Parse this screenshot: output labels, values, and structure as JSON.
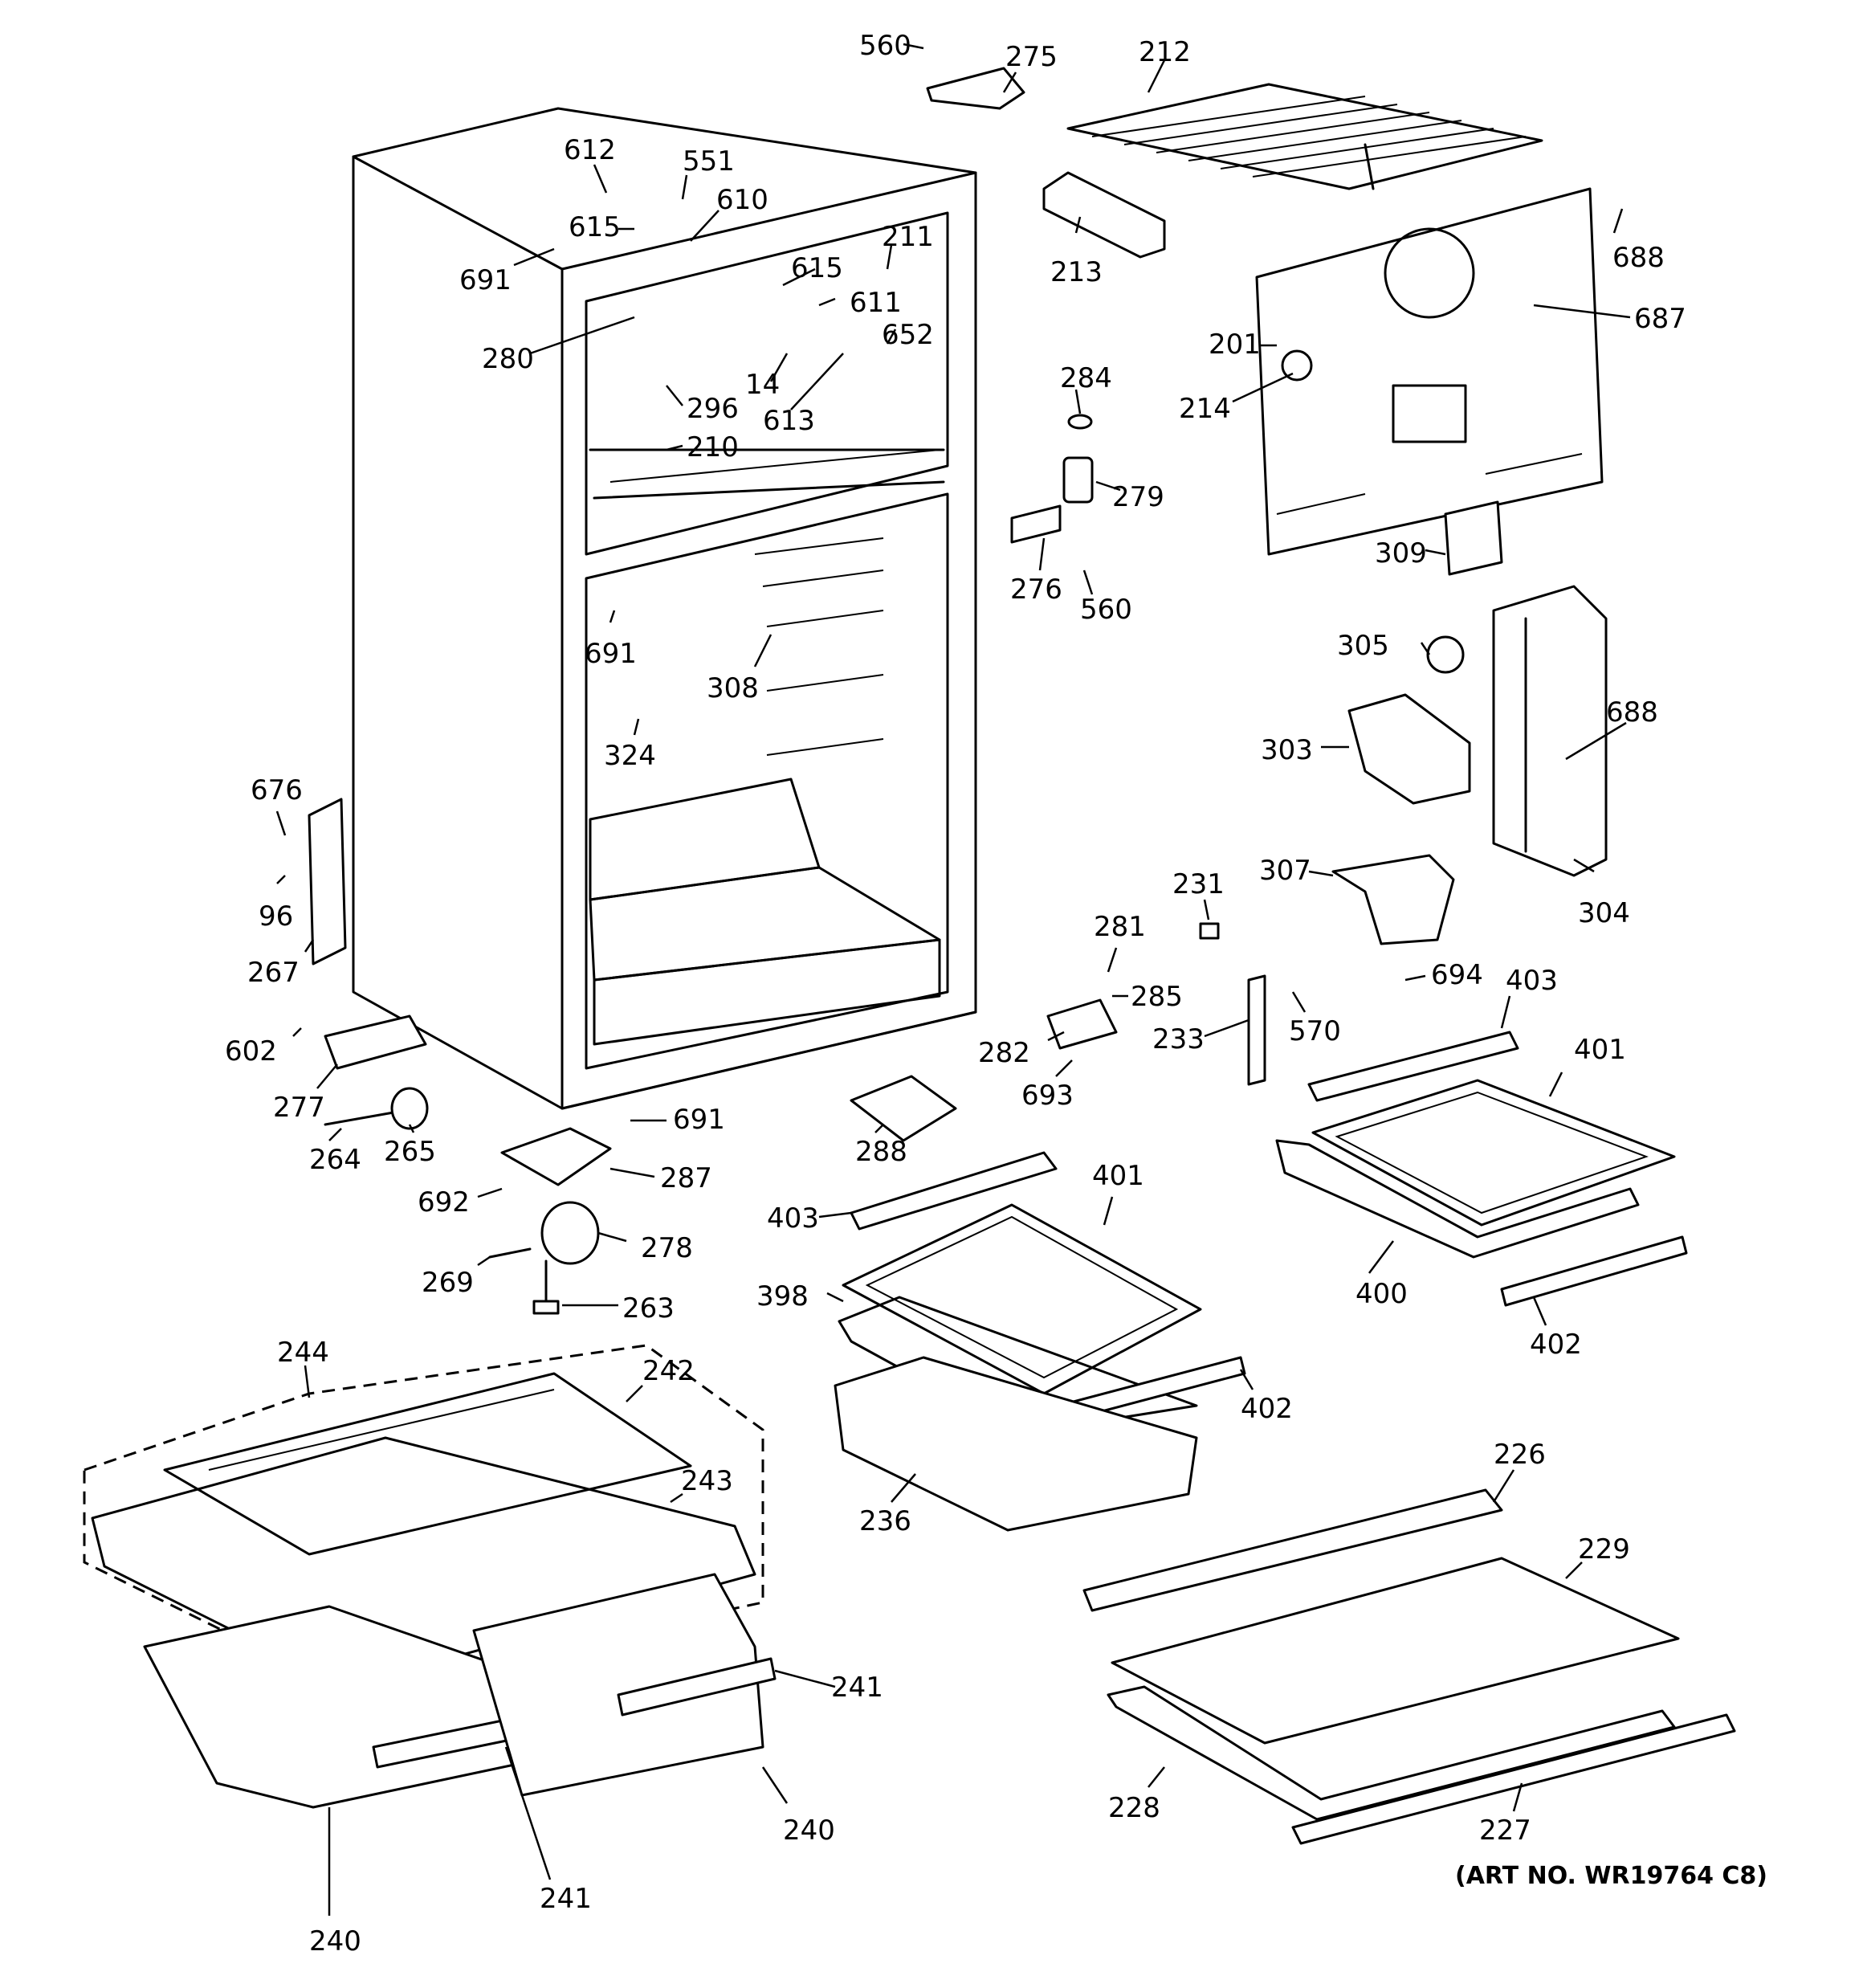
{
  "art_number": "(ART NO. WR19764 C8)",
  "parts": [
    {
      "id": "p560a",
      "label": "560"
    },
    {
      "id": "p275",
      "label": "275"
    },
    {
      "id": "p212",
      "label": "212"
    },
    {
      "id": "p612",
      "label": "612"
    },
    {
      "id": "p551",
      "label": "551"
    },
    {
      "id": "p610",
      "label": "610"
    },
    {
      "id": "p615a",
      "label": "615"
    },
    {
      "id": "p691a",
      "label": "691"
    },
    {
      "id": "p211",
      "label": "211"
    },
    {
      "id": "p615b",
      "label": "615"
    },
    {
      "id": "p213",
      "label": "213"
    },
    {
      "id": "p688a",
      "label": "688"
    },
    {
      "id": "p611",
      "label": "611"
    },
    {
      "id": "p687",
      "label": "687"
    },
    {
      "id": "p280",
      "label": "280"
    },
    {
      "id": "p652",
      "label": "652"
    },
    {
      "id": "p201",
      "label": "201"
    },
    {
      "id": "p284",
      "label": "284"
    },
    {
      "id": "p14",
      "label": "14"
    },
    {
      "id": "p296",
      "label": "296"
    },
    {
      "id": "p613",
      "label": "613"
    },
    {
      "id": "p214",
      "label": "214"
    },
    {
      "id": "p210",
      "label": "210"
    },
    {
      "id": "p279",
      "label": "279"
    },
    {
      "id": "p309",
      "label": "309"
    },
    {
      "id": "p276",
      "label": "276"
    },
    {
      "id": "p560b",
      "label": "560"
    },
    {
      "id": "p691b",
      "label": "691"
    },
    {
      "id": "p305",
      "label": "305"
    },
    {
      "id": "p308",
      "label": "308"
    },
    {
      "id": "p688b",
      "label": "688"
    },
    {
      "id": "p303",
      "label": "303"
    },
    {
      "id": "p324",
      "label": "324"
    },
    {
      "id": "p676",
      "label": "676"
    },
    {
      "id": "p231",
      "label": "231"
    },
    {
      "id": "p307",
      "label": "307"
    },
    {
      "id": "p96",
      "label": "96"
    },
    {
      "id": "p304",
      "label": "304"
    },
    {
      "id": "p281",
      "label": "281"
    },
    {
      "id": "p267",
      "label": "267"
    },
    {
      "id": "p694",
      "label": "694"
    },
    {
      "id": "p403a",
      "label": "403"
    },
    {
      "id": "p285",
      "label": "285"
    },
    {
      "id": "p602",
      "label": "602"
    },
    {
      "id": "p570",
      "label": "570"
    },
    {
      "id": "p401a",
      "label": "401"
    },
    {
      "id": "p282",
      "label": "282"
    },
    {
      "id": "p233",
      "label": "233"
    },
    {
      "id": "p277",
      "label": "277"
    },
    {
      "id": "p693",
      "label": "693"
    },
    {
      "id": "p691c",
      "label": "691"
    },
    {
      "id": "p265",
      "label": "265"
    },
    {
      "id": "p264",
      "label": "264"
    },
    {
      "id": "p288",
      "label": "288"
    },
    {
      "id": "p287",
      "label": "287"
    },
    {
      "id": "p401b",
      "label": "401"
    },
    {
      "id": "p692",
      "label": "692"
    },
    {
      "id": "p403b",
      "label": "403"
    },
    {
      "id": "p278",
      "label": "278"
    },
    {
      "id": "p400",
      "label": "400"
    },
    {
      "id": "p269",
      "label": "269"
    },
    {
      "id": "p398",
      "label": "398"
    },
    {
      "id": "p263",
      "label": "263"
    },
    {
      "id": "p402a",
      "label": "402"
    },
    {
      "id": "p244",
      "label": "244"
    },
    {
      "id": "p242",
      "label": "242"
    },
    {
      "id": "p402b",
      "label": "402"
    },
    {
      "id": "p243",
      "label": "243"
    },
    {
      "id": "p236",
      "label": "236"
    },
    {
      "id": "p226",
      "label": "226"
    },
    {
      "id": "p229",
      "label": "229"
    },
    {
      "id": "p241a",
      "label": "241"
    },
    {
      "id": "p228",
      "label": "228"
    },
    {
      "id": "p240a",
      "label": "240"
    },
    {
      "id": "p227",
      "label": "227"
    },
    {
      "id": "p241b",
      "label": "241"
    },
    {
      "id": "p240b",
      "label": "240"
    }
  ]
}
